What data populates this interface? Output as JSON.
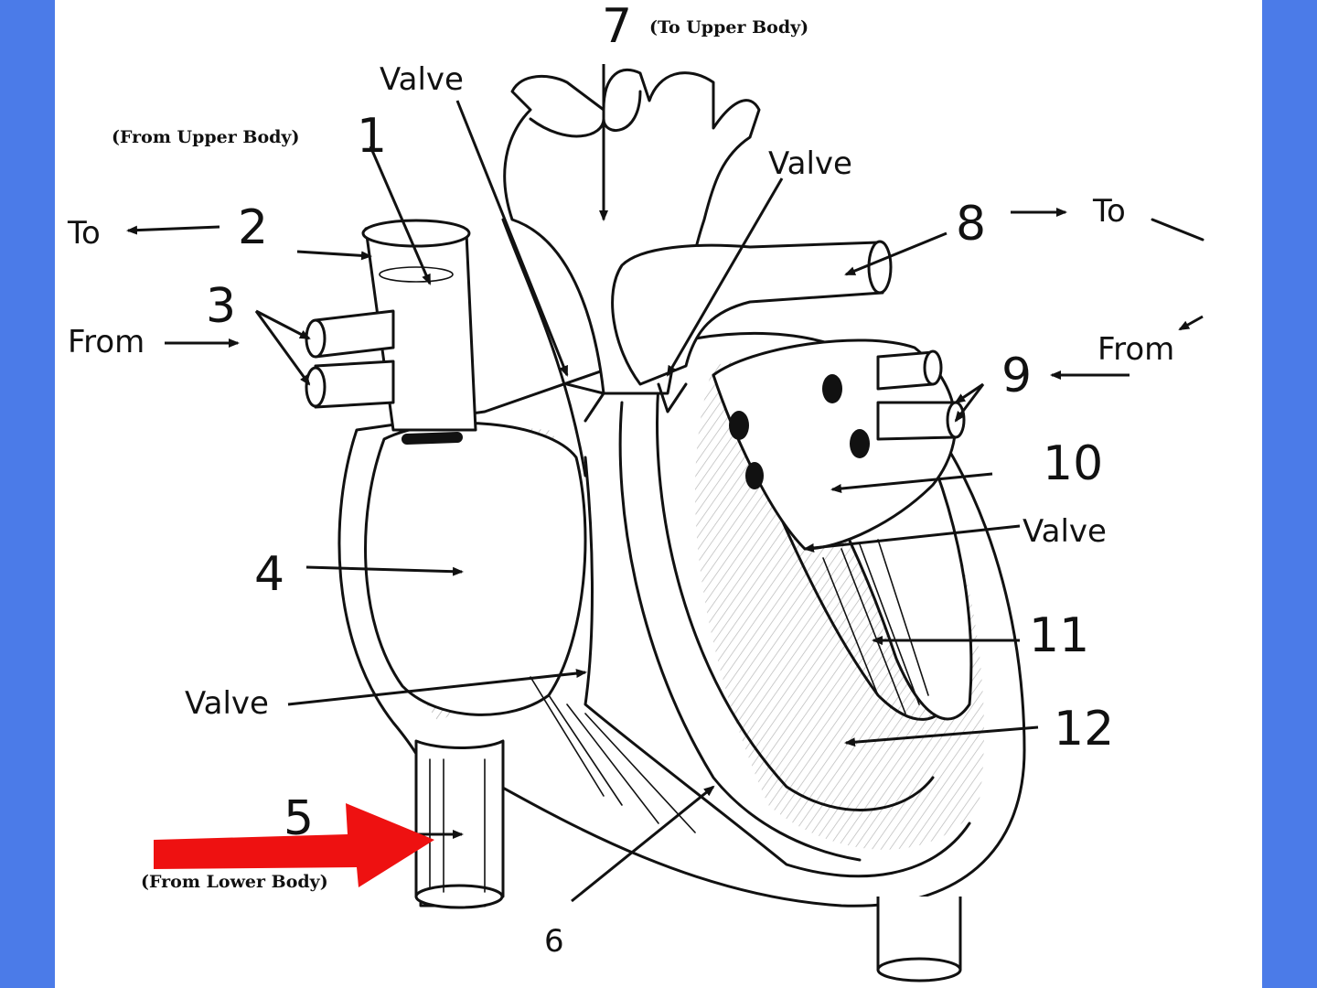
{
  "colors": {
    "frame": "#4b7be8",
    "paper": "#ffffff",
    "ink": "#111111",
    "highlight_arrow": "#ee1111"
  },
  "labels": {
    "n1": "1",
    "n1_note": "(From Upper Body)",
    "n2": "2",
    "n2_to": "To",
    "n3": "3",
    "n3_from": "From",
    "n4": "4",
    "n5": "5",
    "n5_note": "(From Lower Body)",
    "n6": "6",
    "n7": "7",
    "n7_note": "(To Upper Body)",
    "n8": "8",
    "n8_to": "To",
    "n9": "9",
    "n9_from": "From",
    "n10": "10",
    "n11": "11",
    "n12": "12",
    "valve_top_left": "Valve",
    "valve_top_right": "Valve",
    "valve_right": "Valve",
    "valve_left": "Valve"
  },
  "highlight": {
    "icon": "red-arrow-icon",
    "points_to": "5"
  }
}
